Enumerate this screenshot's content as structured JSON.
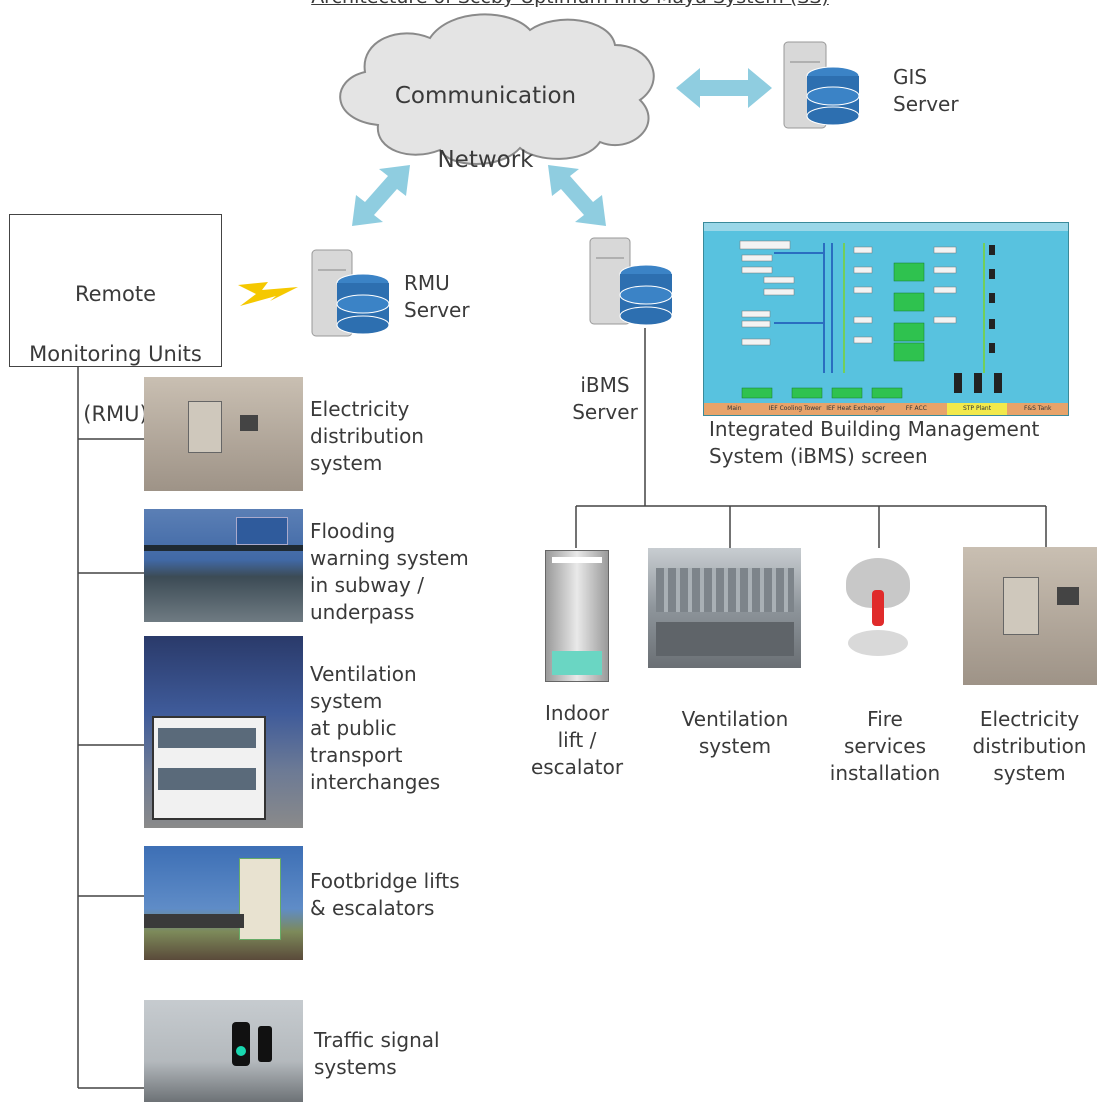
{
  "title": "Architecture of Sccby Uptimum Info Maya System (SS)",
  "cloud": {
    "line1": "Communication",
    "line2": "Network"
  },
  "gis": {
    "line1": "GIS",
    "line2": "Server"
  },
  "rmu_box": {
    "line1": "Remote",
    "line2": "Monitoring Units",
    "line3": "(RMU)"
  },
  "rmu_server": {
    "line1": "RMU",
    "line2": "Server"
  },
  "ibms_server": {
    "line1": "iBMS",
    "line2": "Server"
  },
  "ibms_screen": {
    "caption1": "Integrated Building Management",
    "caption2": "System (iBMS) screen",
    "tabs": [
      "Main",
      "IEF Cooling Tower",
      "IEF Heat Exchanger",
      "FF ACC",
      "STP Plant",
      "F&S Tank"
    ]
  },
  "rmu_systems": [
    {
      "label": "Electricity\ndistribution\nsystem"
    },
    {
      "label": "Flooding\nwarning system\nin subway /\nunderpass"
    },
    {
      "label": "Ventilation\nsystem\nat public\ntransport\ninterchanges"
    },
    {
      "label": "Footbridge lifts\n& escalators"
    },
    {
      "label": "Traffic signal\nsystems"
    }
  ],
  "ibms_systems": [
    {
      "label": "Indoor\nlift /\nescalator"
    },
    {
      "label": "Ventilation\nsystem"
    },
    {
      "label": "Fire\nservices\ninstallation"
    },
    {
      "label": "Electricity\ndistribution\nsystem"
    }
  ],
  "colors": {
    "arrow": "#8fcde0",
    "cloud": "#e6e6e6",
    "server_db": "#2d6fb0",
    "bolt": "#f5c800",
    "ibms_bg": "#58c2df"
  }
}
